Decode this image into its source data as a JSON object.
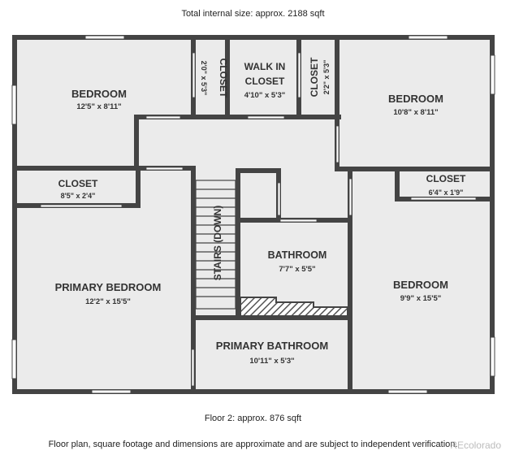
{
  "header": {
    "total_size": "Total internal size: approx. 2188 sqft"
  },
  "footer": {
    "floor_label": "Floor 2: approx. 876 sqft",
    "disclaimer": "Floor plan, square footage and dimensions are approximate and are subject to independent verification.",
    "watermark": "REcolorado"
  },
  "colors": {
    "floor": "#ebebeb",
    "wall": "#444444",
    "window": "#ffffff",
    "hatch": "#555555"
  },
  "rooms": {
    "bedroom_nw": {
      "name": "BEDROOM",
      "dims": "12'5\" x 8'11\""
    },
    "closet_tall_1": {
      "name": "CLOSET",
      "dims": "2'0\" x 5'3\""
    },
    "walk_in_closet": {
      "name_line1": "WALK IN",
      "name_line2": "CLOSET",
      "dims": "4'10\" x 5'3\""
    },
    "closet_tall_2": {
      "name": "CLOSET",
      "dims": "2'2\" x 5'3\""
    },
    "bedroom_ne": {
      "name": "BEDROOM",
      "dims": "10'8\" x 8'11\""
    },
    "closet_w": {
      "name": "CLOSET",
      "dims": "8'5\" x 2'4\""
    },
    "closet_e": {
      "name": "CLOSET",
      "dims": "6'4\" x 1'9\""
    },
    "stairs": {
      "name": "STAIRS (DOWN)"
    },
    "bathroom": {
      "name": "BATHROOM",
      "dims": "7'7\" x 5'5\""
    },
    "primary_bedroom": {
      "name": "PRIMARY BEDROOM",
      "dims": "12'2\" x 15'5\""
    },
    "bedroom_se": {
      "name": "BEDROOM",
      "dims": "9'9\" x 15'5\""
    },
    "primary_bathroom": {
      "name": "PRIMARY BATHROOM",
      "dims": "10'11\" x 5'3\""
    }
  }
}
